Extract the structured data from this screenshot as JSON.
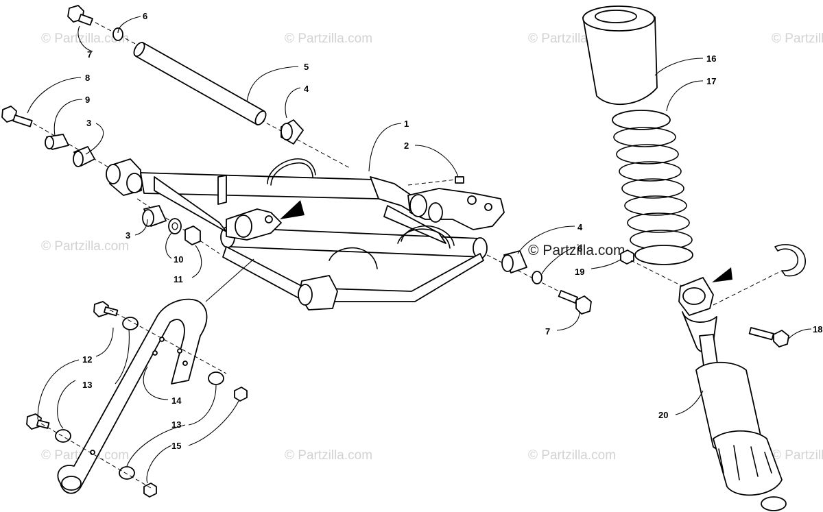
{
  "watermark": "© Partzilla.com",
  "watermark_center": "© Partzilla.com",
  "callouts": {
    "c1": "1",
    "c2": "2",
    "c3a": "3",
    "c3b": "3",
    "c4a": "4",
    "c4b": "4",
    "c5": "5",
    "c6a": "6",
    "c6b": "6",
    "c7a": "7",
    "c7b": "7",
    "c8": "8",
    "c9": "9",
    "c10": "10",
    "c11": "11",
    "c12": "12",
    "c13a": "13",
    "c13b": "13",
    "c14": "14",
    "c15": "15",
    "c16": "16",
    "c17": "17",
    "c18": "18",
    "c19": "19",
    "c20": "20"
  }
}
